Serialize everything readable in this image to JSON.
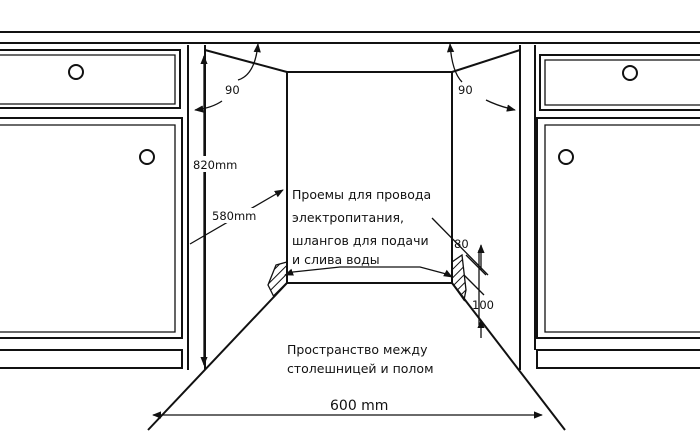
{
  "dimensions": {
    "height": "820mm",
    "depth": "580mm",
    "width": "600 mm",
    "angle_left": "90",
    "angle_right": "90",
    "opening_offset": "80",
    "opening_height": "100"
  },
  "notes": {
    "openings": [
      "Проемы для провода",
      "электропитания,",
      "шлангов  для  подачи",
      "и слива воды"
    ],
    "space": [
      "Пространство между",
      "столешницей и полом"
    ]
  }
}
